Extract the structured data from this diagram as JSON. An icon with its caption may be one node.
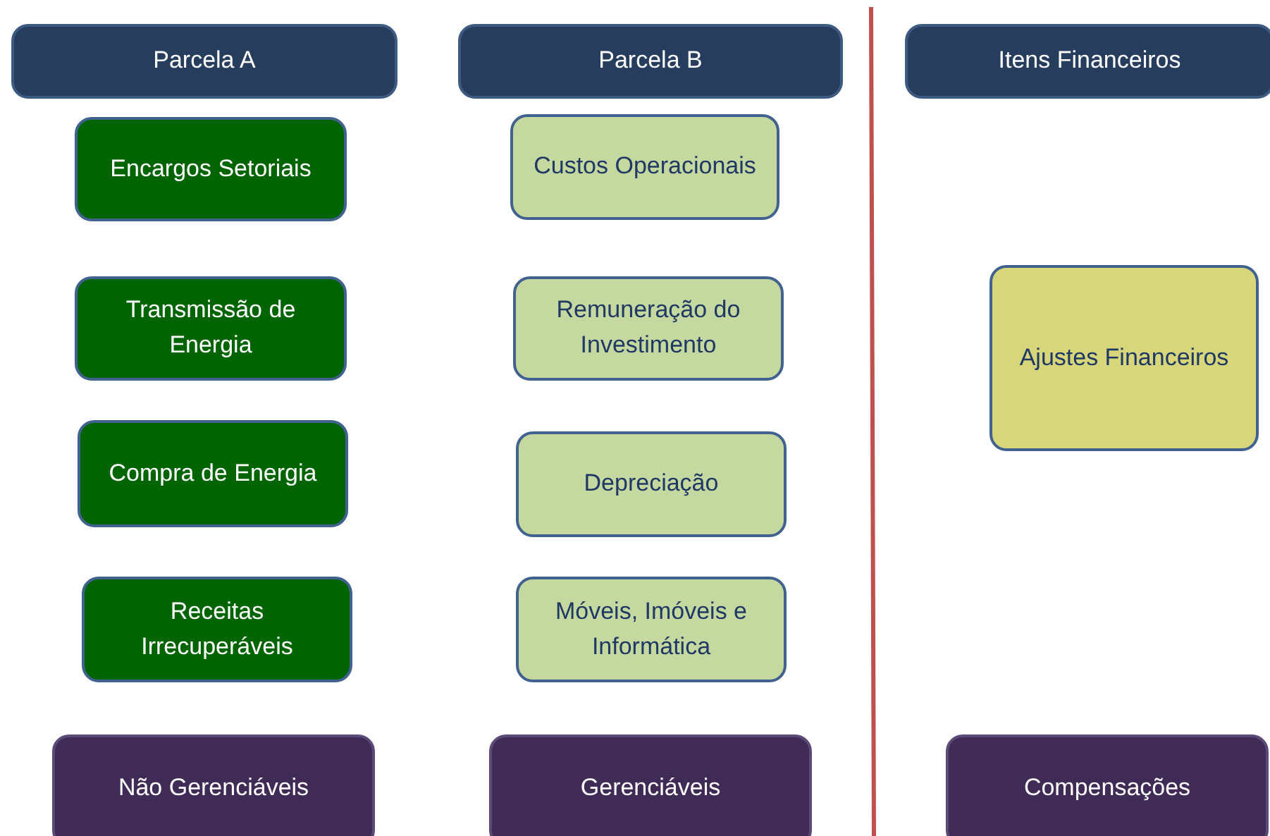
{
  "diagram": {
    "nodes": [
      {
        "text": [
          "Parcela A"
        ]
      },
      {
        "text": [
          "Parcela B"
        ]
      },
      {
        "text": [
          "Itens Financeiros"
        ]
      },
      {
        "text": [
          "Encargos Setoriais"
        ]
      },
      {
        "text": [
          "Custos Operacionais"
        ]
      },
      {
        "text": [
          "Transmissão de Energia"
        ]
      },
      {
        "text": [
          "Remuneração do Investimento"
        ]
      },
      {
        "text": [
          "Ajustes Financeiros"
        ]
      },
      {
        "text": [
          "Compra de Energia"
        ]
      },
      {
        "text": [
          "Depreciação"
        ]
      },
      {
        "text": [
          "Receitas Irrecuperáveis"
        ]
      },
      {
        "text": [
          "Móveis, Imóveis e Informática"
        ]
      },
      {
        "text": [
          "Não Gerenciáveis"
        ]
      },
      {
        "text": [
          "Gerenciáveis"
        ]
      },
      {
        "text": [
          "Compensações"
        ]
      }
    ]
  }
}
